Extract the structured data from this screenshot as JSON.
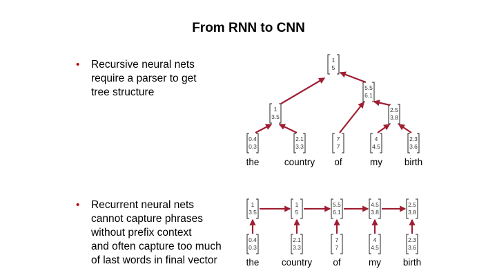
{
  "slide": {
    "title": "From RNN to CNN",
    "bullets": [
      {
        "lines": [
          "Recursive neural nets",
          "require a parser to get",
          "tree structure"
        ]
      },
      {
        "lines": [
          "Recurrent neural nets",
          "cannot capture phrases",
          "without prefix context",
          "and often capture too much",
          "of last words in final vector"
        ]
      }
    ]
  },
  "colors": {
    "arrow": "#a01e32",
    "bullet": "#c00000"
  },
  "tree": {
    "words": [
      {
        "text": "the",
        "vec": [
          "0.4",
          "0.3"
        ]
      },
      {
        "text": "country",
        "vec": [
          "2.1",
          "3.3"
        ]
      },
      {
        "text": "of",
        "vec": [
          "7",
          "7"
        ]
      },
      {
        "text": "my",
        "vec": [
          "4",
          "4.5"
        ]
      },
      {
        "text": "birth",
        "vec": [
          "2.3",
          "3.6"
        ]
      }
    ],
    "nodes": {
      "n1": [
        "1",
        "3.5"
      ],
      "n2": [
        "2.5",
        "3.8"
      ],
      "n3": [
        "5.5",
        "6.1"
      ],
      "root": [
        "1",
        "5"
      ]
    }
  },
  "chain": {
    "words": [
      {
        "text": "the",
        "vec": [
          "0.4",
          "0.3"
        ]
      },
      {
        "text": "country",
        "vec": [
          "2.1",
          "3.3"
        ]
      },
      {
        "text": "of",
        "vec": [
          "7",
          "7"
        ]
      },
      {
        "text": "my",
        "vec": [
          "4",
          "4.5"
        ]
      },
      {
        "text": "birth",
        "vec": [
          "2.3",
          "3.6"
        ]
      }
    ],
    "hidden": [
      [
        "1",
        "3.5"
      ],
      [
        "1",
        "5"
      ],
      [
        "5.5",
        "6.1"
      ],
      [
        "4.5",
        "3.8"
      ],
      [
        "2.5",
        "3.8"
      ]
    ]
  }
}
